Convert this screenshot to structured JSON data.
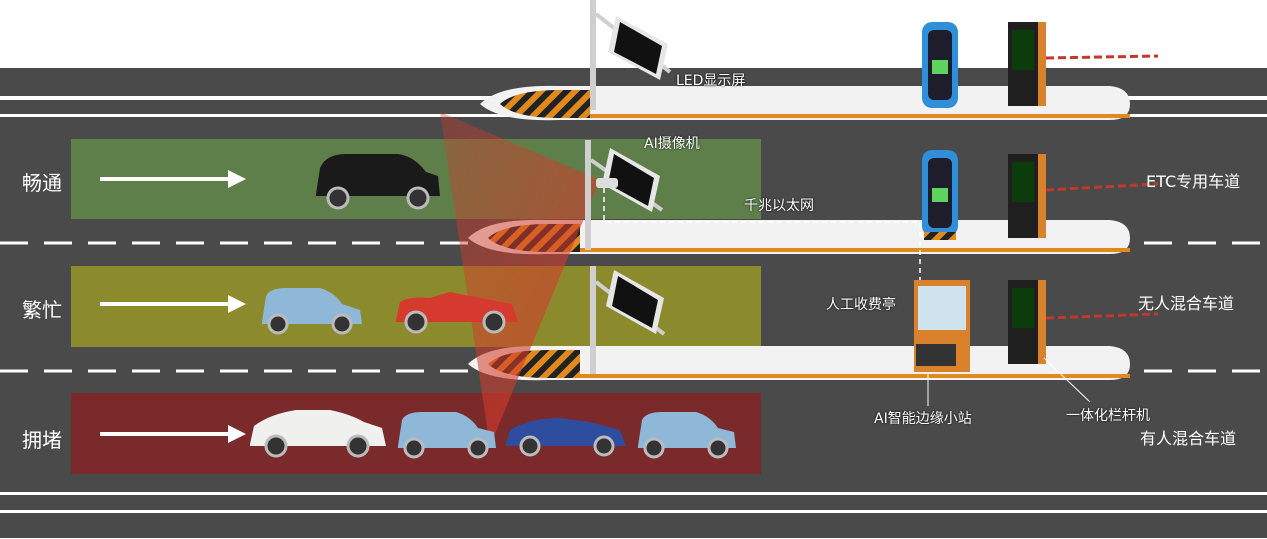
{
  "labels": {
    "led_display": "LED显示屏",
    "ai_camera": "AI摄像机",
    "gigabit_ethernet": "千兆以太网",
    "manual_booth": "人工收费亭",
    "ai_edge_station": "AI智能边缘小站",
    "integrated_barrier": "一体化栏杆机"
  },
  "lanes": {
    "etc": "ETC专用车道",
    "unmanned_mixed": "无人混合车道",
    "manned_mixed": "有人混合车道"
  },
  "traffic": {
    "smooth": "畅通",
    "busy": "繁忙",
    "congested": "拥堵"
  },
  "colors": {
    "road": "#4a4a4a",
    "smooth_zone": "#5e7f4a",
    "busy_zone": "#8b8b2e",
    "congested_zone": "#7a2a2a",
    "camera_beam": "#c0392b",
    "barrier_arm": "#c0392b",
    "island": "#f2f2f2",
    "hazard_stripe": "#e08a1e",
    "etc_unit": "#2f8fd8",
    "booth": "#d9822b"
  }
}
